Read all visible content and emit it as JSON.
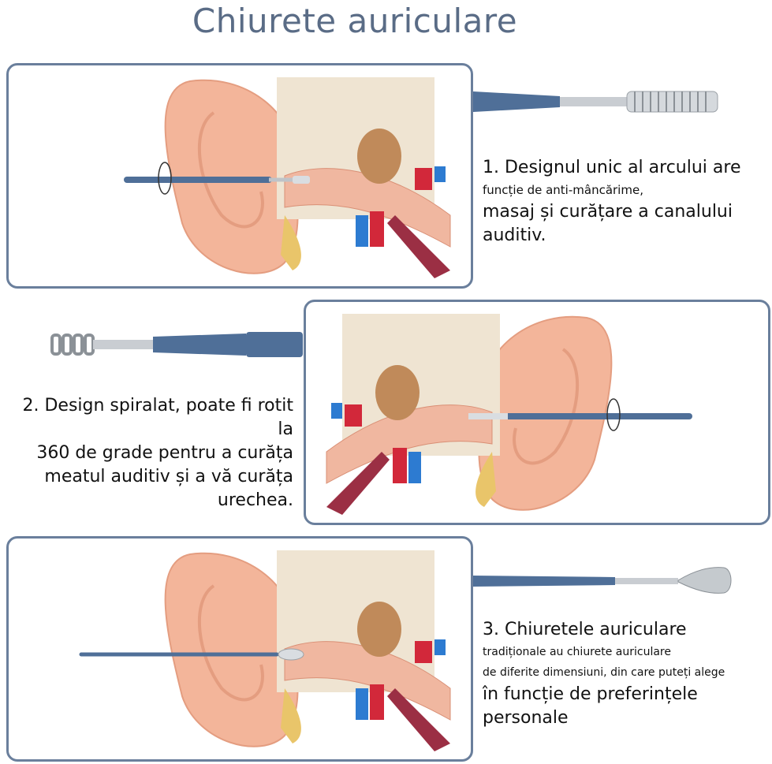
{
  "title": "Chiurete auriculare",
  "section1": {
    "lines": [
      {
        "text": "1. Designul unic al arcului are",
        "size": "big"
      },
      {
        "text": "funcție de anti-mâncărime,",
        "size": "small"
      },
      {
        "text": "masaj și curățare a canalului",
        "size": "big"
      },
      {
        "text": "auditiv.",
        "size": "big"
      }
    ]
  },
  "section2": {
    "lines": [
      {
        "text": "2. Design spiralat, poate fi rotit la",
        "size": "big"
      },
      {
        "text": "360 de grade pentru a curăța",
        "size": "big"
      },
      {
        "text": "meatul auditiv și a vă curăța",
        "size": "big"
      },
      {
        "text": "urechea.",
        "size": "big"
      }
    ]
  },
  "section3": {
    "lines": [
      {
        "text": "3. Chiuretele auriculare",
        "size": "big"
      },
      {
        "text": "tradiționale au chiurete auriculare",
        "size": "small"
      },
      {
        "text": "de diferite dimensiuni, din care puteți alege",
        "size": "small"
      },
      {
        "text": "în funcție de preferințele",
        "size": "big"
      },
      {
        "text": "personale",
        "size": "big"
      }
    ]
  },
  "colors": {
    "accent": "#5a6c86",
    "panel_border": "#6a7f9c",
    "tool_blue": "#4f6f98",
    "skin": "#f3b59a",
    "bone": "#efe4d2",
    "red": "#d2283a",
    "blue": "#2d7bd1"
  }
}
